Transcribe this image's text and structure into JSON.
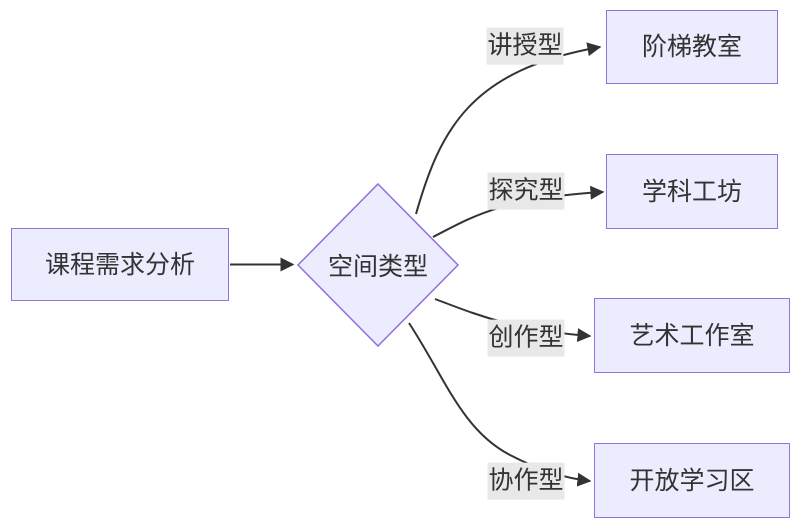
{
  "diagram": {
    "type": "flowchart",
    "direction": "LR",
    "nodes": [
      {
        "id": "A",
        "shape": "rect",
        "label": "课程需求分析"
      },
      {
        "id": "B",
        "shape": "diamond",
        "label": "空间类型"
      },
      {
        "id": "C",
        "shape": "rect",
        "label": "阶梯教室"
      },
      {
        "id": "D",
        "shape": "rect",
        "label": "学科工坊"
      },
      {
        "id": "E",
        "shape": "rect",
        "label": "艺术工作室"
      },
      {
        "id": "F",
        "shape": "rect",
        "label": "开放学习区"
      }
    ],
    "edges": [
      {
        "from": "A",
        "to": "B",
        "label": ""
      },
      {
        "from": "B",
        "to": "C",
        "label": "讲授型"
      },
      {
        "from": "B",
        "to": "D",
        "label": "探究型"
      },
      {
        "from": "B",
        "to": "E",
        "label": "创作型"
      },
      {
        "from": "B",
        "to": "F",
        "label": "协作型"
      }
    ],
    "colors": {
      "node_fill": "#ECECFF",
      "node_border": "#9370DB",
      "line": "#333333",
      "edge_label_bg": "#e8e8e8",
      "text": "#333333",
      "background": "#ffffff"
    }
  }
}
